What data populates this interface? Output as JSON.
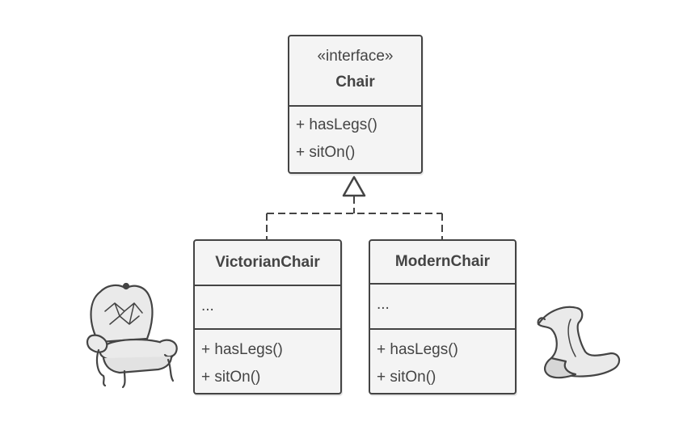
{
  "diagram": {
    "interface": {
      "stereotype": "«interface»",
      "name": "Chair",
      "methods": [
        "+ hasLegs()",
        "+ sitOn()"
      ]
    },
    "classes": [
      {
        "name": "VictorianChair",
        "fields": "...",
        "methods": [
          "+ hasLegs()",
          "+ sitOn()"
        ]
      },
      {
        "name": "ModernChair",
        "fields": "...",
        "methods": [
          "+ hasLegs()",
          "+ sitOn()"
        ]
      }
    ],
    "colors": {
      "stroke": "#444444",
      "box_fill": "#f4f4f4",
      "illustration_fill": "#e8e8e8"
    },
    "illustrations": [
      "victorian-armchair-icon",
      "modern-chair-icon"
    ]
  }
}
